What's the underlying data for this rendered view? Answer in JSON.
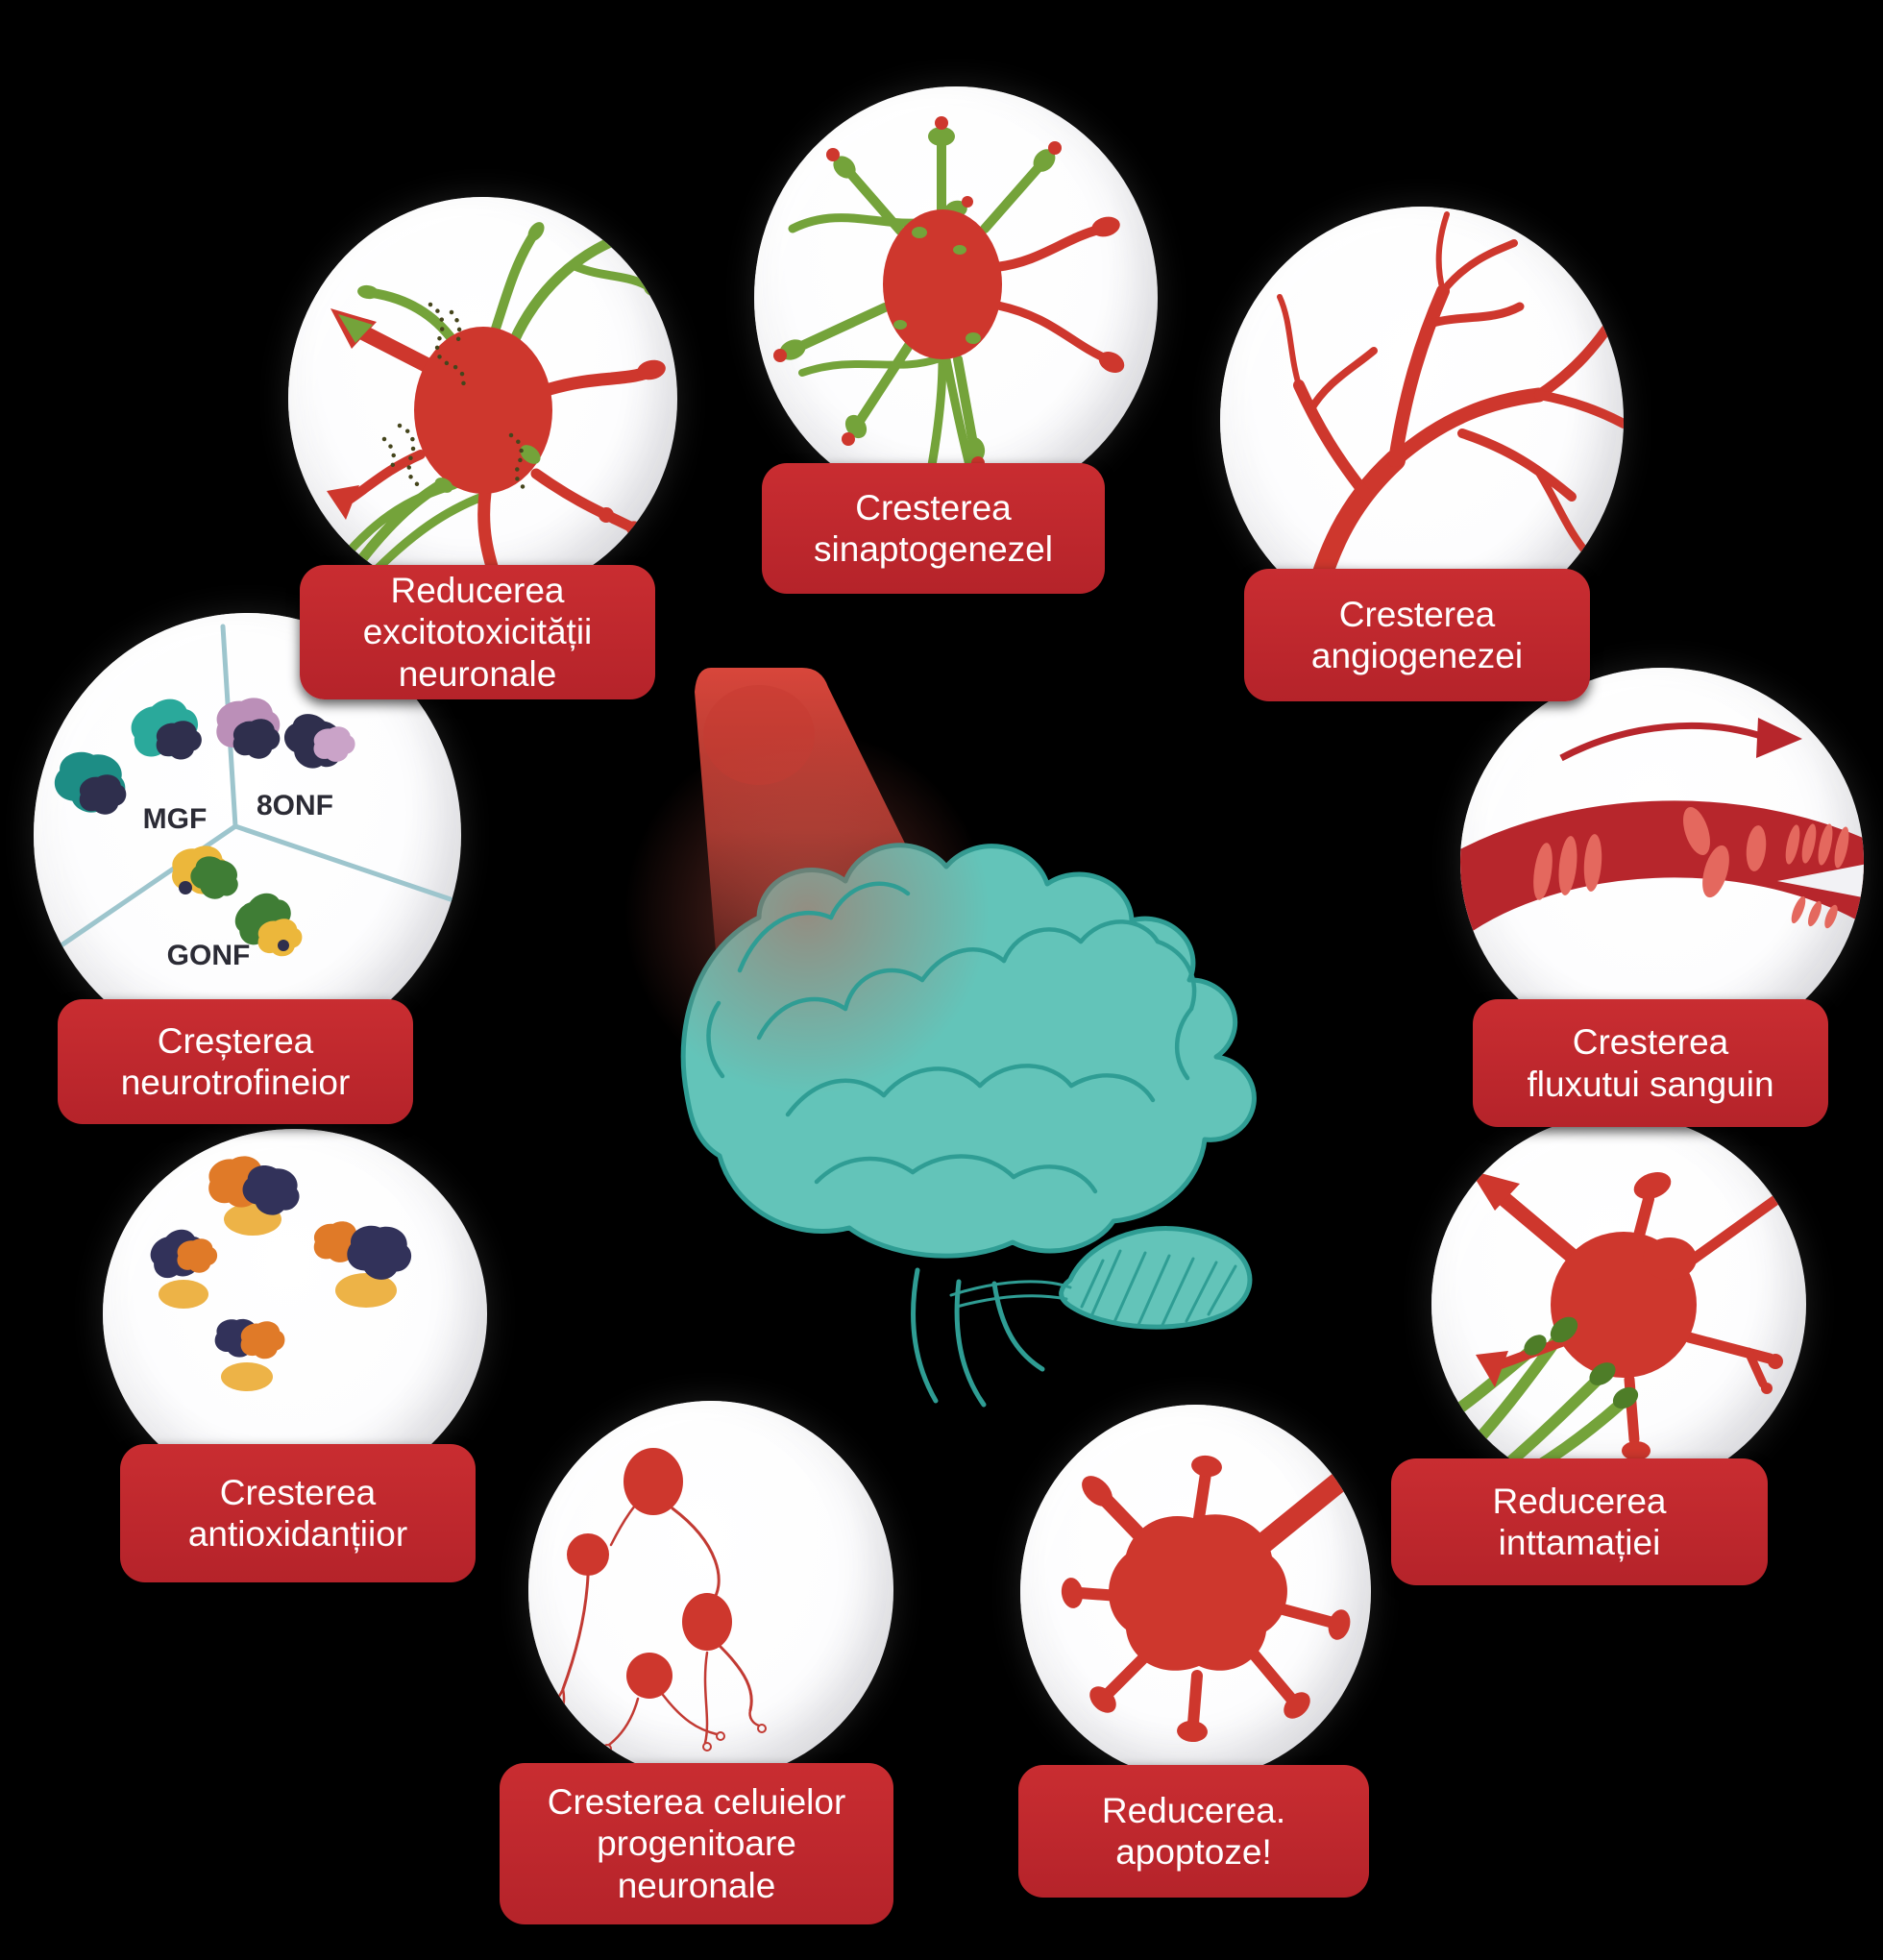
{
  "colors": {
    "background": "#000000",
    "label_red": "#c1272d",
    "icon_red": "#ce372d",
    "icon_green": "#74a33a",
    "brain_teal": "#63c4b9",
    "beam_red": "#d8463b"
  },
  "center": {
    "icon": "brain-with-red-light-beam-icon"
  },
  "items": [
    {
      "id": "excitotoxicity",
      "icon": "neuron-excitotoxicity-icon",
      "label": "Reducerea\nexcitotoxicității\nneuronale"
    },
    {
      "id": "synaptogenesis",
      "icon": "neuron-synaptogenesis-icon",
      "label": "Cresterea\nsinaptogenezel"
    },
    {
      "id": "angiogenesis",
      "icon": "blood-vessel-tree-icon",
      "label": "Cresterea\nangiogenezei"
    },
    {
      "id": "neurotrophins",
      "icon": "neurotrophin-factors-icon",
      "label": "Creșterea\nneurotrofineior",
      "sectors": [
        "MGF",
        "8ONF",
        "GONF"
      ]
    },
    {
      "id": "blood-flow",
      "icon": "artery-blood-flow-icon",
      "label": "Cresterea\nfluxutui sanguin"
    },
    {
      "id": "antioxidants",
      "icon": "antioxidant-molecules-icon",
      "label": "Cresterea\nantioxidanțiior"
    },
    {
      "id": "inflammation",
      "icon": "microglia-cell-icon",
      "label": "Reducerea\ninttamației"
    },
    {
      "id": "progenitor-cells",
      "icon": "progenitor-cells-icon",
      "label": "Cresterea celuielor\nprogenitoare\nneuronale"
    },
    {
      "id": "apoptosis",
      "icon": "apoptotic-cell-icon",
      "label": "Reducerea.\napoptoze!"
    }
  ]
}
